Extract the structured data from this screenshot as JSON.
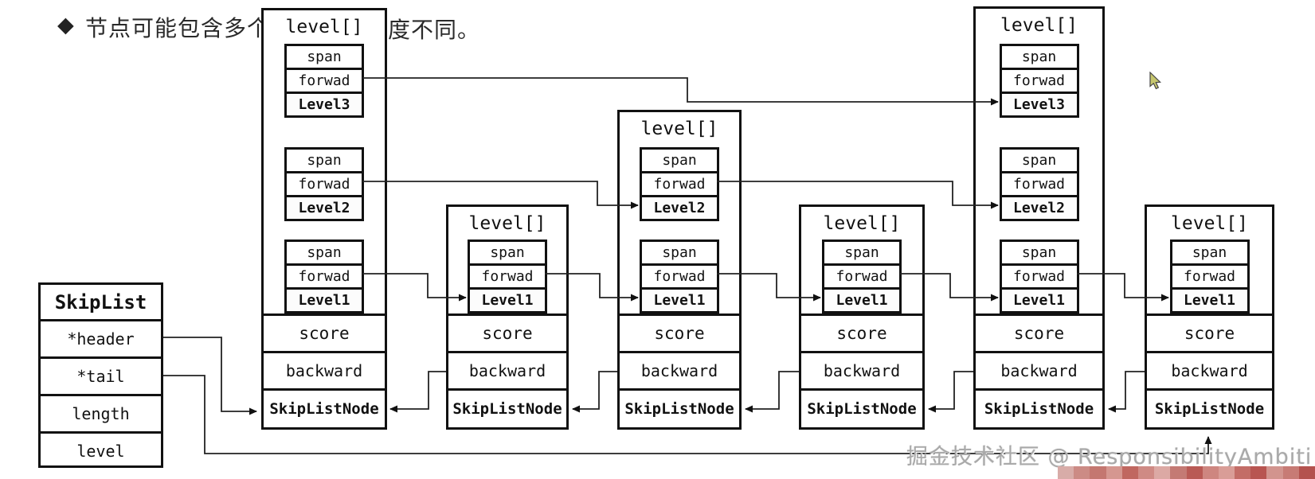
{
  "header": {
    "bullet": "◆",
    "text_left": "节点可能包含多个",
    "text_right": "度不同。"
  },
  "skiplist": {
    "title": "SkipList",
    "fields": [
      "*header",
      "*tail",
      "length",
      "level"
    ]
  },
  "nodes": [
    {
      "title": "level[]",
      "levels": [
        {
          "span": "span",
          "forward": "forwad",
          "label": "Level3"
        },
        {
          "span": "span",
          "forward": "forwad",
          "label": "Level2"
        },
        {
          "span": "span",
          "forward": "forwad",
          "label": "Level1"
        }
      ],
      "score": "score",
      "backward": "backward",
      "footer": "SkipListNode"
    },
    {
      "title": "level[]",
      "levels": [
        {
          "span": "span",
          "forward": "forwad",
          "label": "Level1"
        }
      ],
      "score": "score",
      "backward": "backward",
      "footer": "SkipListNode"
    },
    {
      "title": "level[]",
      "levels": [
        {
          "span": "span",
          "forward": "forwad",
          "label": "Level2"
        },
        {
          "span": "span",
          "forward": "forwad",
          "label": "Level1"
        }
      ],
      "score": "score",
      "backward": "backward",
      "footer": "SkipListNode"
    },
    {
      "title": "level[]",
      "levels": [
        {
          "span": "span",
          "forward": "forwad",
          "label": "Level1"
        }
      ],
      "score": "score",
      "backward": "backward",
      "footer": "SkipListNode"
    },
    {
      "title": "level[]",
      "levels": [
        {
          "span": "span",
          "forward": "forwad",
          "label": "Level3"
        },
        {
          "span": "span",
          "forward": "forwad",
          "label": "Level2"
        },
        {
          "span": "span",
          "forward": "forwad",
          "label": "Level1"
        }
      ],
      "score": "score",
      "backward": "backward",
      "footer": "SkipListNode"
    },
    {
      "title": "level[]",
      "levels": [
        {
          "span": "span",
          "forward": "forwad",
          "label": "Level1"
        }
      ],
      "score": "score",
      "backward": "backward",
      "footer": "SkipListNode"
    }
  ],
  "watermark": "掘金技术社区 @ ResponsibilityAmbiti",
  "colors": {
    "line": "#222222",
    "border": "#111111",
    "cursor_fill": "#c6c66e",
    "watermark": "#a9a9a9"
  },
  "mosaic": {
    "colors": [
      "#d8aca8",
      "#cc8b85",
      "#c47770",
      "#d59790",
      "#c06760",
      "#cf8a84",
      "#dca9a4",
      "#c47a74",
      "#b95a55",
      "#ce8680",
      "#d99d97",
      "#c36d67",
      "#b85551",
      "#d2948e",
      "#c77b75",
      "#b4524e"
    ]
  }
}
